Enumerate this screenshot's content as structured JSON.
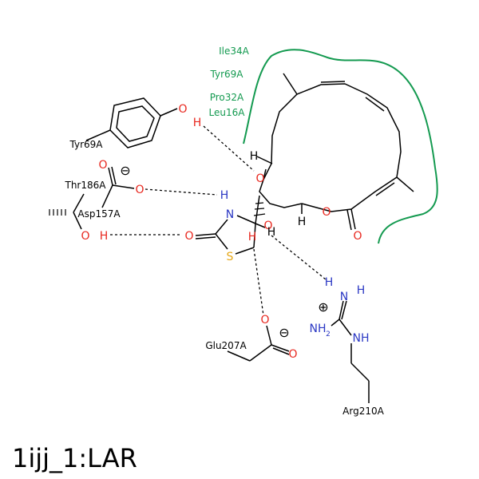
{
  "title": "1ijj_1:LAR",
  "colors": {
    "bond": "#000000",
    "oxygen": "#e8281f",
    "nitrogen": "#2c39c4",
    "sulfur": "#e6a818",
    "pocket": "#149a50",
    "hbond": "#000000"
  },
  "residues": {
    "tyr69_ring": "Tyr69A",
    "thr186": "Thr186A",
    "asp157": "Asp157A",
    "glu207": "Glu207A",
    "arg210": "Arg210A",
    "pocket_ile34": "Ile34A",
    "pocket_tyr69": "Tyr69A",
    "pocket_pro32": "Pro32A",
    "pocket_leu16": "Leu16A"
  },
  "atoms": {
    "o": "O",
    "n": "N",
    "s": "S",
    "h": "H",
    "nh": "NH",
    "nh2": "NH",
    "sub2": "2"
  },
  "charges": {
    "minus": "⊖",
    "plus": "⊕"
  }
}
